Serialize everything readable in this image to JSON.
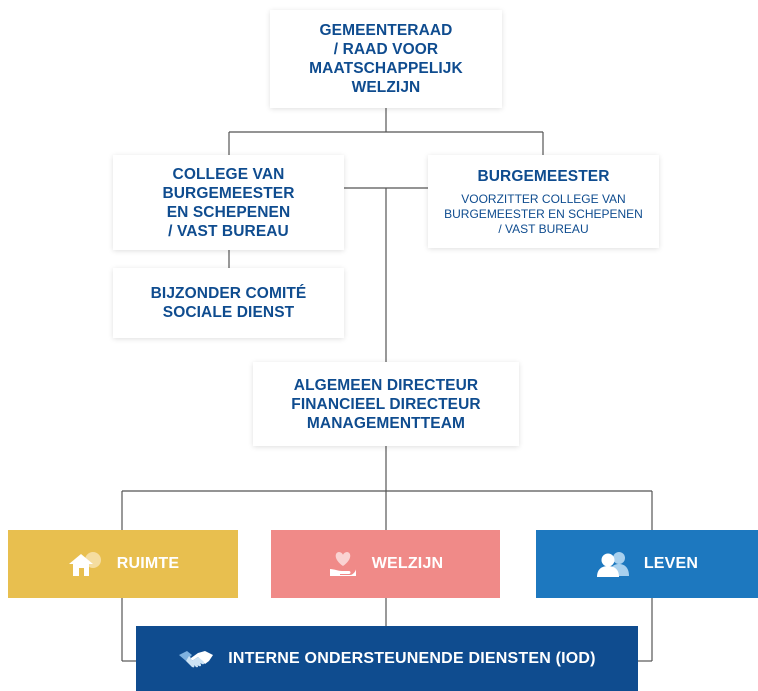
{
  "council": {
    "title": "GEMEENTERAAD\n/ RAAD VOOR\nMAATSCHAPPELIJK\nWELZIJN"
  },
  "college": {
    "title": "COLLEGE VAN\nBURGEMEESTER\nEN SCHEPENEN\n/ VAST BUREAU"
  },
  "mayor": {
    "title": "BURGEMEESTER",
    "subtitle": "VOORZITTER COLLEGE VAN\nBURGEMEESTER EN SCHEPENEN\n/ VAST BUREAU"
  },
  "committee": {
    "title": "BIJZONDER COMITÉ\nSOCIALE DIENST"
  },
  "directors": {
    "title": "ALGEMEEN DIRECTEUR\nFINANCIEEL DIRECTEUR\nMANAGEMENTTEAM"
  },
  "departments": [
    {
      "label": "RUIMTE",
      "icon": "house-icon",
      "color": "#e8bf4f"
    },
    {
      "label": "WELZIJN",
      "icon": "heart-hand-icon",
      "color": "#f08a88"
    },
    {
      "label": "LEVEN",
      "icon": "people-icon",
      "color": "#1d78bf"
    }
  ],
  "support": {
    "label": "INTERNE ONDERSTEUNENDE DIENSTEN (IOD)",
    "icon": "handshake-icon",
    "color": "#0f4c8f"
  },
  "colors": {
    "text": "#0f4c8f",
    "lines": "#444444"
  }
}
